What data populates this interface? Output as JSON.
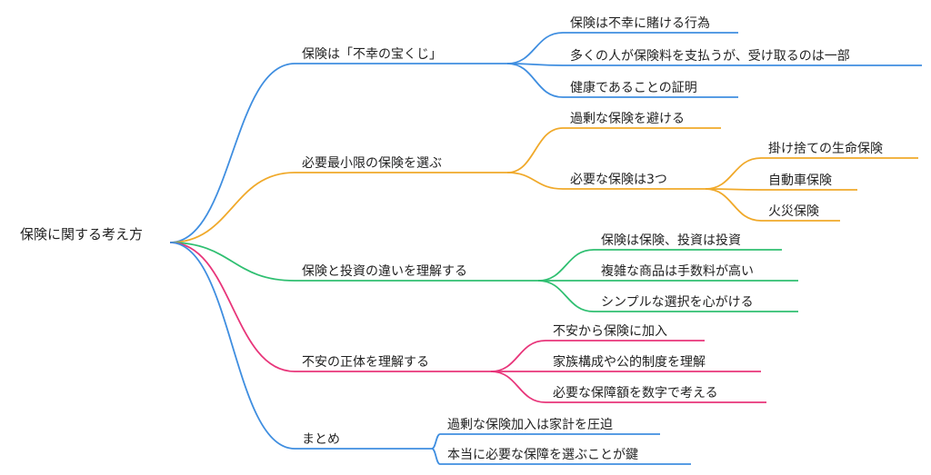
{
  "root": {
    "label": "保険に関する考え方"
  },
  "branches": [
    {
      "label": "保険は「不幸の宝くじ」",
      "color": "#3f8ee0",
      "children": [
        {
          "label": "保険は不幸に賭ける行為"
        },
        {
          "label": "多くの人が保険料を支払うが、受け取るのは一部"
        },
        {
          "label": "健康であることの証明"
        }
      ]
    },
    {
      "label": "必要最小限の保険を選ぶ",
      "color": "#f0a92a",
      "children": [
        {
          "label": "過剰な保険を避ける"
        },
        {
          "label": "必要な保険は3つ",
          "children": [
            {
              "label": "掛け捨ての生命保険"
            },
            {
              "label": "自動車保険"
            },
            {
              "label": "火災保険"
            }
          ]
        }
      ]
    },
    {
      "label": "保険と投資の違いを理解する",
      "color": "#2fbf71",
      "children": [
        {
          "label": "保険は保険、投資は投資"
        },
        {
          "label": "複雑な商品は手数料が高い"
        },
        {
          "label": "シンプルな選択を心がける"
        }
      ]
    },
    {
      "label": "不安の正体を理解する",
      "color": "#e8357a",
      "children": [
        {
          "label": "不安から保険に加入"
        },
        {
          "label": "家族構成や公的制度を理解"
        },
        {
          "label": "必要な保障額を数字で考える"
        }
      ]
    },
    {
      "label": "まとめ",
      "color": "#3f8ee0",
      "children": [
        {
          "label": "過剰な保険加入は家計を圧迫"
        },
        {
          "label": "本当に必要な保障を選ぶことが鍵"
        }
      ]
    }
  ]
}
